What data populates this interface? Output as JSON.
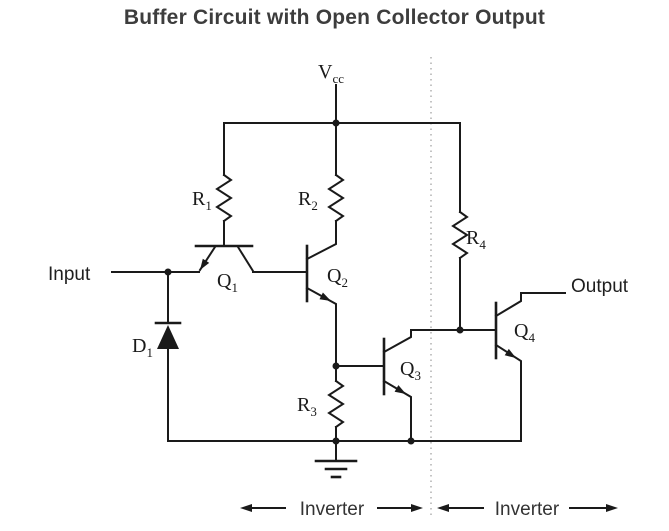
{
  "title": "Buffer Circuit with Open Collector Output",
  "ports": {
    "input": "Input",
    "output": "Output"
  },
  "power": {
    "label": "V",
    "sub": "cc"
  },
  "components": {
    "r1": {
      "label": "R",
      "sub": "1"
    },
    "r2": {
      "label": "R",
      "sub": "2"
    },
    "r3": {
      "label": "R",
      "sub": "3"
    },
    "r4": {
      "label": "R",
      "sub": "4"
    },
    "q1": {
      "label": "Q",
      "sub": "1"
    },
    "q2": {
      "label": "Q",
      "sub": "2"
    },
    "q3": {
      "label": "Q",
      "sub": "3"
    },
    "q4": {
      "label": "Q",
      "sub": "4"
    },
    "d1": {
      "label": "D",
      "sub": "1"
    }
  },
  "annotations": {
    "stage_left": "Inverter",
    "stage_right": "Inverter"
  },
  "colors": {
    "line": "#1a1a1a",
    "title_text": "#3d3d3d",
    "separator": "#b5b5b5",
    "background": "#ffffff"
  }
}
